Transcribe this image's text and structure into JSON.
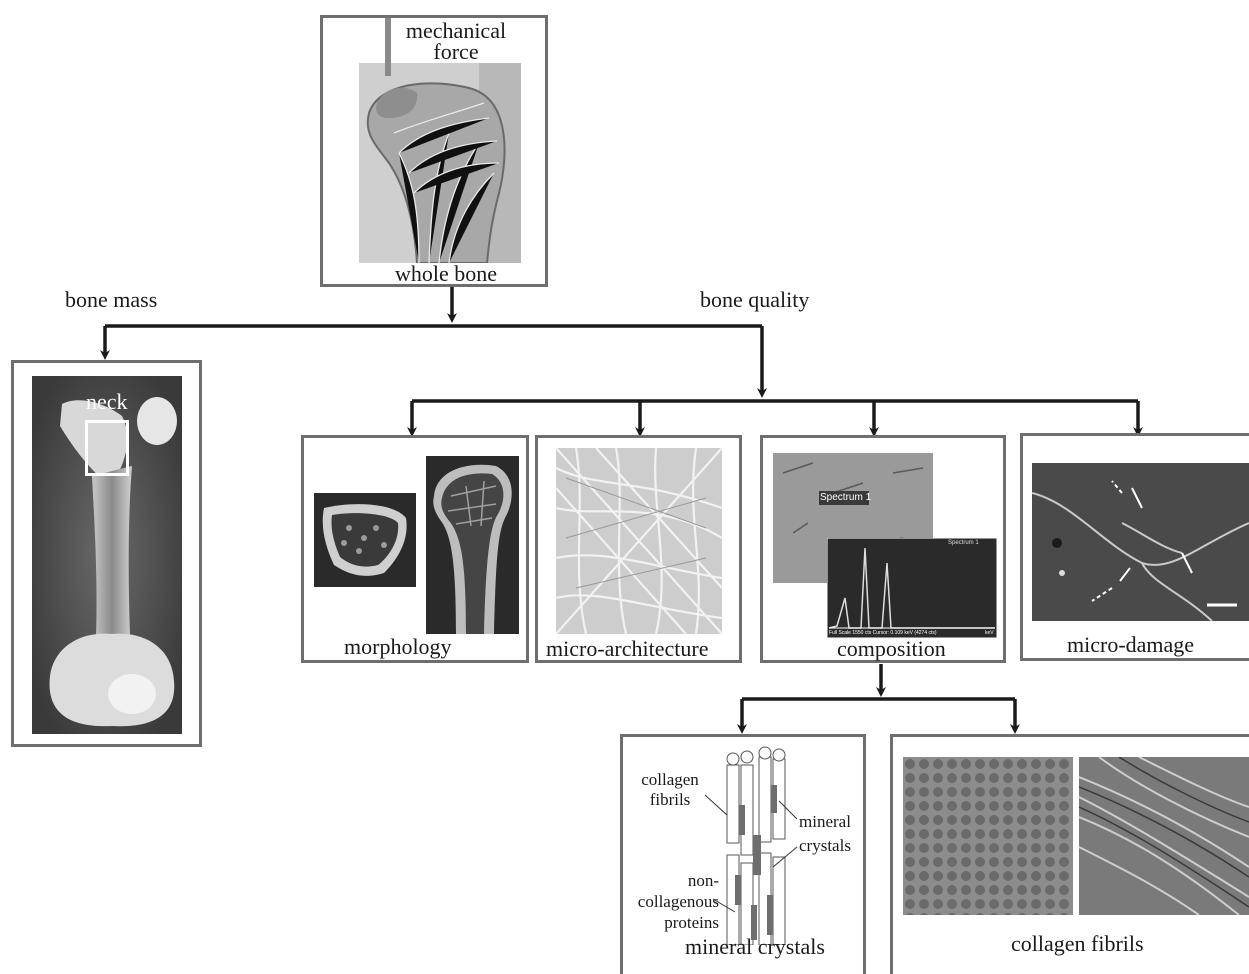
{
  "diagram": {
    "root": {
      "label": "whole bone",
      "annotation": "mechanical force",
      "annotation_lines": [
        "mechanical",
        "force"
      ]
    },
    "branches": {
      "left": "bone mass",
      "right": "bone quality"
    },
    "bone_mass": {
      "inset_label": "neck"
    },
    "quality_panels": [
      {
        "label": "morphology"
      },
      {
        "label": "micro-architecture"
      },
      {
        "label": "composition",
        "inset_text": "Spectrum 1",
        "spectrum_caption": "Spectrum 1",
        "scale_text": "Full Scale 1550 cts  Cursor: 0.109 keV (4274 cts)",
        "unit": "keV"
      },
      {
        "label": "micro-damage"
      }
    ],
    "composition_children": [
      {
        "label": "mineral crystals",
        "annotations": {
          "collagen_fibrils": [
            "collagen",
            "fibrils"
          ],
          "mineral_crystals": [
            "mineral",
            "crystals"
          ],
          "non_collagenous": [
            "non-",
            "collagenous",
            "proteins"
          ]
        }
      },
      {
        "label": "collagen fibrils"
      }
    ]
  },
  "colors": {
    "frame": "#6e6e6e",
    "arrow": "#1a1a1a",
    "photo_dark": "#2a2a2a",
    "photo_mid": "#8a8a8a"
  }
}
